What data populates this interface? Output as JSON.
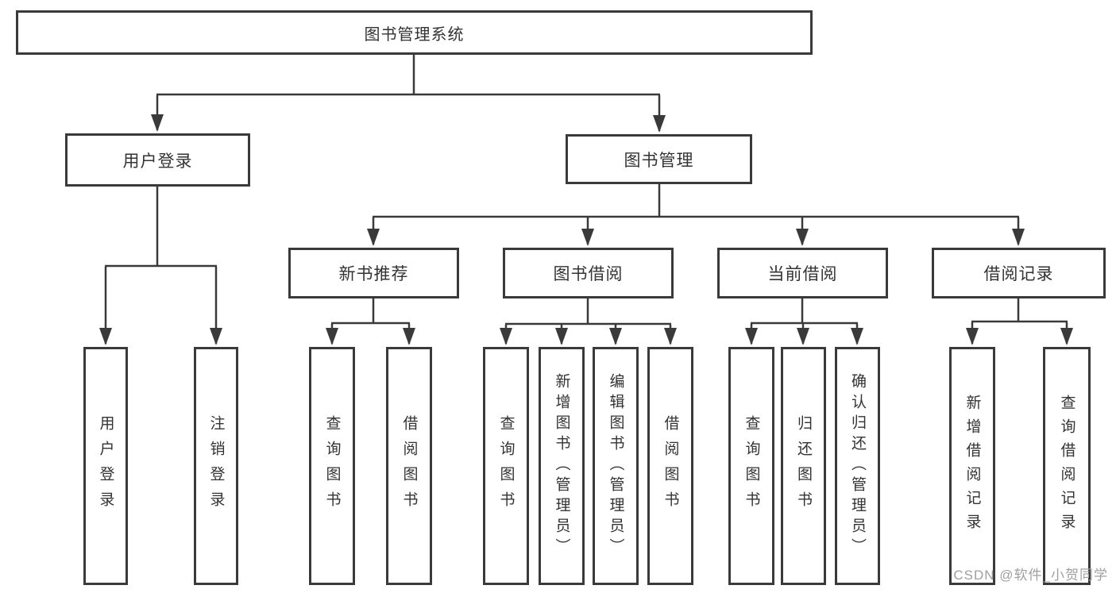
{
  "diagram_title": "图书管理系统",
  "tree": {
    "label": "图书管理系统",
    "children": [
      {
        "label": "用户登录",
        "children": [
          {
            "label": "用户登录"
          },
          {
            "label": "注销登录"
          }
        ]
      },
      {
        "label": "图书管理",
        "children": [
          {
            "label": "新书推荐",
            "children": [
              {
                "label": "查询图书"
              },
              {
                "label": "借阅图书"
              }
            ]
          },
          {
            "label": "图书借阅",
            "children": [
              {
                "label": "查询图书"
              },
              {
                "label": "新增图书（管理员）"
              },
              {
                "label": "编辑图书（管理员）"
              },
              {
                "label": "借阅图书"
              }
            ]
          },
          {
            "label": "当前借阅",
            "children": [
              {
                "label": "查询图书"
              },
              {
                "label": "归还图书"
              },
              {
                "label": "确认归还（管理员）"
              }
            ]
          },
          {
            "label": "借阅记录",
            "children": [
              {
                "label": "新增借阅记录"
              },
              {
                "label": "查询借阅记录"
              }
            ]
          }
        ]
      }
    ]
  },
  "watermark": {
    "text": "CSDN @软件_小贺同学"
  },
  "colors": {
    "line": "#3a3a3a",
    "box_border": "#3a3a3a",
    "text": "#333333",
    "watermark": "#9f9f9f",
    "background": "#ffffff"
  }
}
